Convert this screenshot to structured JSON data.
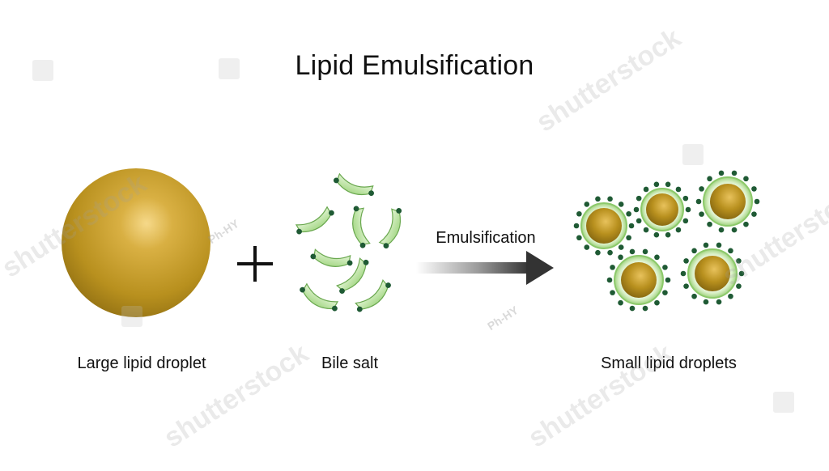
{
  "title": "Lipid Emulsification",
  "labels": {
    "large_droplet": "Large lipid droplet",
    "bile_salt": "Bile salt",
    "arrow": "Emulsification",
    "small_droplets": "Small lipid droplets",
    "plus": "+"
  },
  "watermarks": {
    "brand": "shutterstock",
    "credit": "Ph-HY"
  },
  "colors": {
    "lipid": "#b8901e",
    "lipid_highlight": "#f6d98a",
    "bile_fill": "#bfe3a6",
    "bile_stroke": "#6aa84f",
    "bead": "#1f5a34",
    "arrow": "#333333"
  }
}
